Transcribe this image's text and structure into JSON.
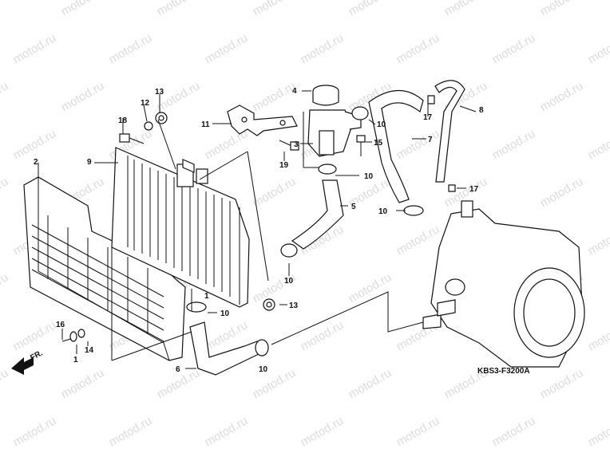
{
  "watermark_text": "motod.ru",
  "front_label": "FR.",
  "diagram_code": "KBS3-F3200A",
  "callouts": {
    "1": "1",
    "2": "2",
    "3": "3",
    "4": "4",
    "5": "5",
    "6": "6",
    "7": "7",
    "8": "8",
    "9": "9",
    "10": "10",
    "11": "11",
    "12": "12",
    "13": "13",
    "14": "14",
    "15": "15",
    "16": "16",
    "17": "17",
    "18": "18",
    "19": "19"
  },
  "colors": {
    "line": "#111111",
    "watermark": "#dcdcdc",
    "background": "#ffffff"
  }
}
